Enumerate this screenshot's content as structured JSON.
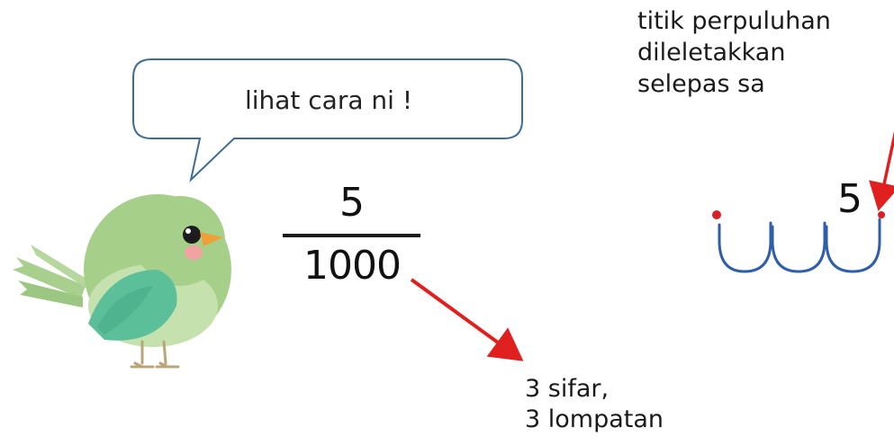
{
  "speech_bubble": {
    "text": "lihat cara ni !"
  },
  "fraction": {
    "numerator": "5",
    "denominator": "1000"
  },
  "annotation_zeros": {
    "lines": [
      "3 sifar,",
      "3 lompatan"
    ]
  },
  "annotation_decimal": {
    "lines": [
      "titik perpuluhan",
      "dileletakkan",
      "selepas sa"
    ]
  },
  "decimal_demo": {
    "digit": "5",
    "jumps": 3
  },
  "colors": {
    "arrow": "#e0201e",
    "jump_arc": "#2f5fa8",
    "dot": "#d81f26",
    "bubble_stroke": "#3d6d95",
    "bird_body": "#a6d08a",
    "bird_wing": "#5bbf9a"
  },
  "icons": {
    "bird": "bird-illustration-icon",
    "arrow": "arrow-icon",
    "bubble": "speech-bubble-icon"
  }
}
